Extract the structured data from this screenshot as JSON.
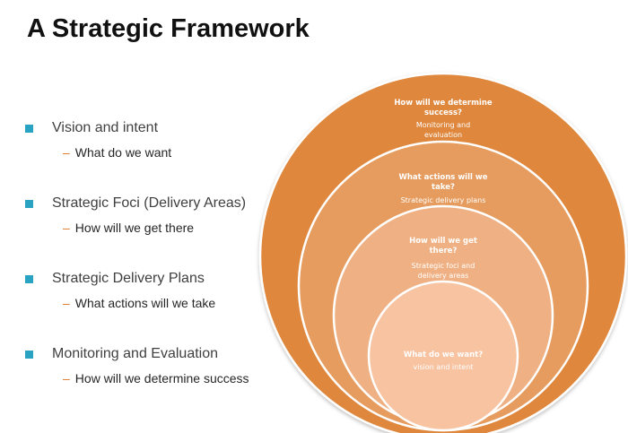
{
  "title": "A Strategic Framework",
  "colors": {
    "bullet": "#2aa3c3",
    "dash": "#e07b2e",
    "circles": [
      "#df873e",
      "#e69c5e",
      "#efb184",
      "#f7c3a1"
    ]
  },
  "bullets": [
    {
      "label": "Vision and intent",
      "sub": "What do we want"
    },
    {
      "label": "Strategic Foci (Delivery Areas)",
      "sub": "How will we get there"
    },
    {
      "label": "Strategic Delivery Plans",
      "sub": "What actions will we take"
    },
    {
      "label": "Monitoring and Evaluation",
      "sub": "How will we determine success"
    }
  ],
  "circles": [
    {
      "question": [
        "How will we determine",
        "success?"
      ],
      "answer": [
        "Monitoring and",
        "evaluation"
      ]
    },
    {
      "question": [
        "What actions will we",
        "take?"
      ],
      "answer": [
        "Strategic delivery plans"
      ]
    },
    {
      "question": [
        "How will we get",
        "there?"
      ],
      "answer": [
        "Strategic foci and",
        "delivery areas"
      ]
    },
    {
      "question": [
        "What do we want?"
      ],
      "answer": [
        "vision and intent"
      ]
    }
  ]
}
